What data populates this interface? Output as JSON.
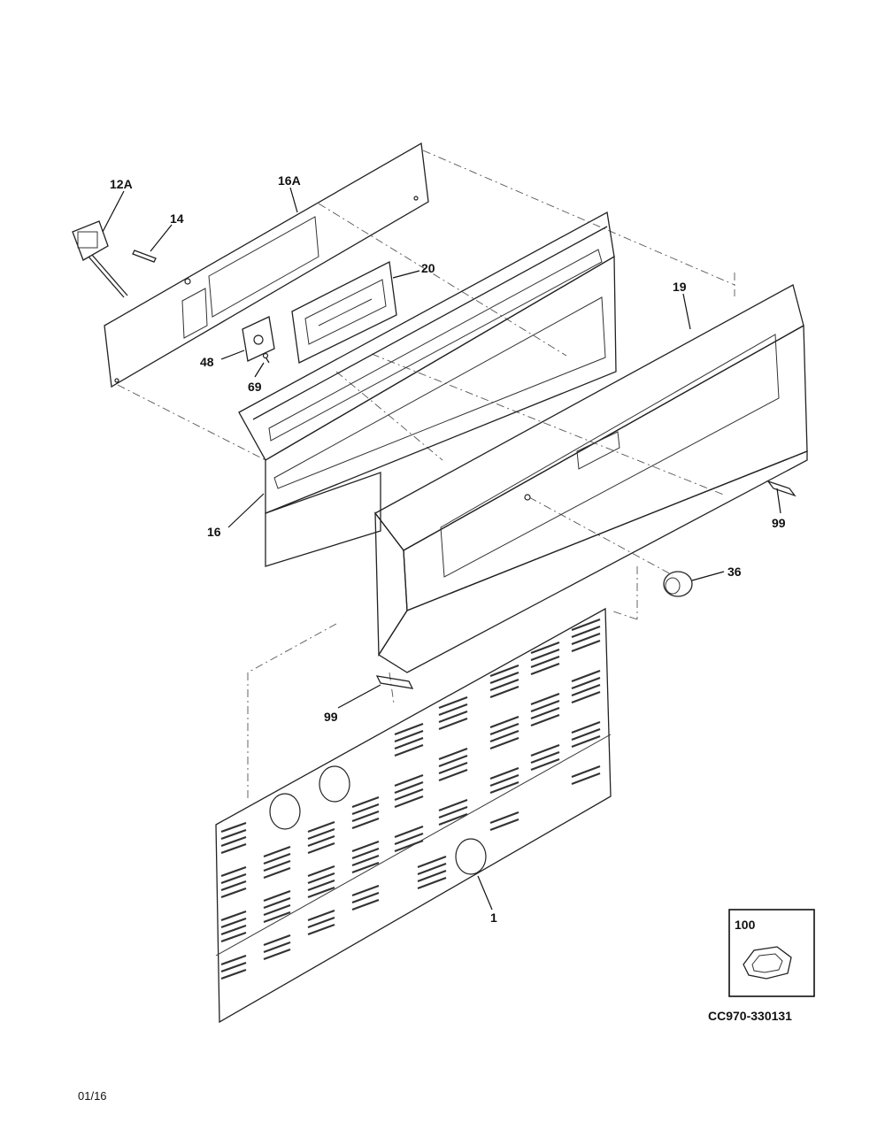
{
  "diagram": {
    "callouts": {
      "c12a": "12A",
      "c14": "14",
      "c16a": "16A",
      "c20": "20",
      "c19": "19",
      "c48": "48",
      "c69": "69",
      "c16": "16",
      "c99a": "99",
      "c36": "36",
      "c99b": "99",
      "c1": "1",
      "c100": "100"
    },
    "reference_code": "CC970-330131",
    "date_code": "01/16"
  }
}
